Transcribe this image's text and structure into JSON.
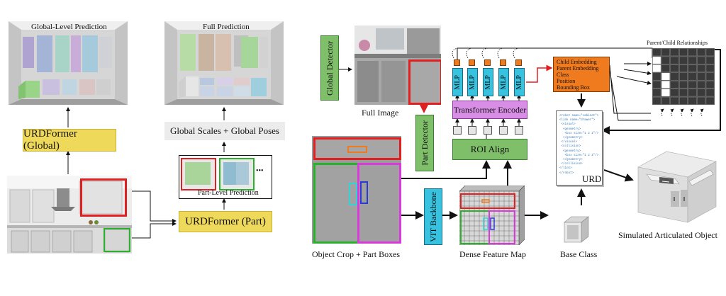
{
  "left": {
    "global_pred_title": "Global-Level Prediction",
    "full_pred_title": "Full Prediction",
    "urdformer_global": "URDFormer (Global)",
    "global_scales": "Global Scales + Global Poses",
    "part_level": "Part-Level Prediction",
    "urdformer_part": "URDFormer (Part)",
    "ellipsis": "•••"
  },
  "right": {
    "global_detector": "Global Detector",
    "full_image": "Full Image",
    "part_detector": "Part Detector",
    "transformer": "Transformer Encoder",
    "roi_align": "ROI Align",
    "vit_backbone": "VIT Backbone",
    "mlp": "MLP",
    "object_crop": "Object Crop + Part Boxes",
    "dense_feature": "Dense Feature Map",
    "base_class": "Base Class",
    "urdf": "URDF",
    "simulated": "Simulated Articulated Object",
    "relationships": "Parent/Child Relationships",
    "outputs": [
      "Child Embedding",
      "Parent Embedding",
      "Class",
      "Position",
      "Bounding Box"
    ]
  },
  "colors": {
    "yellow": "#efd95a",
    "green": "#7fbf6a",
    "cyan": "#37c3e0",
    "orange": "#f07a1e",
    "purple": "#d98ee6",
    "red": "#e02020"
  },
  "relationship_matrix": [
    [
      0,
      0,
      0,
      0,
      0,
      0,
      0
    ],
    [
      1,
      0,
      0,
      0,
      0,
      0,
      0
    ],
    [
      1,
      0,
      0,
      0,
      0,
      0,
      0
    ],
    [
      0,
      1,
      0,
      0,
      0,
      0,
      0
    ],
    [
      0,
      1,
      0,
      0,
      0,
      0,
      0
    ],
    [
      0,
      1,
      0,
      0,
      0,
      0,
      0
    ],
    [
      0,
      0,
      0,
      0,
      0,
      0,
      0
    ]
  ]
}
